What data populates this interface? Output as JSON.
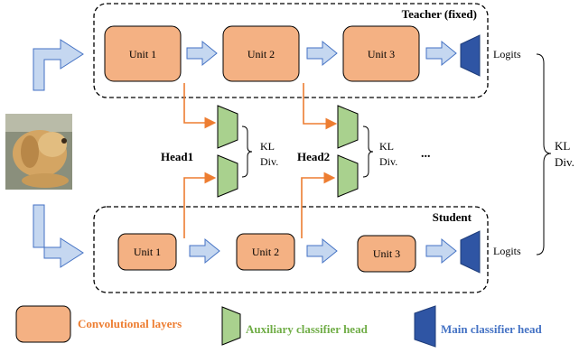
{
  "teacher": {
    "title": "Teacher (fixed)",
    "units": [
      "Unit 1",
      "Unit 2",
      "Unit 3"
    ],
    "output_label": "Logits"
  },
  "student": {
    "title": "Student",
    "units": [
      "Unit 1",
      "Unit 2",
      "Unit 3"
    ],
    "output_label": "Logits"
  },
  "heads": {
    "head1_label": "Head1",
    "head2_label": "Head2",
    "kl_label_line1": "KL",
    "kl_label_line2": "Div.",
    "ellipsis": "..."
  },
  "final_kl": {
    "line1": "KL",
    "line2": "Div."
  },
  "legend": {
    "conv_label": "Convolutional layers",
    "aux_label": "Auxiliary classifier head",
    "main_label": "Main classifier head"
  },
  "colors": {
    "unit_fill": "#F4B183",
    "aux_fill": "#A9D18E",
    "main_fill": "#2F55A4",
    "arrow_fill": "#C5D7F0",
    "orange_line": "#ED7D31",
    "conv_text": "#ED7D31",
    "aux_text": "#70AD47",
    "main_text": "#4472C4"
  }
}
